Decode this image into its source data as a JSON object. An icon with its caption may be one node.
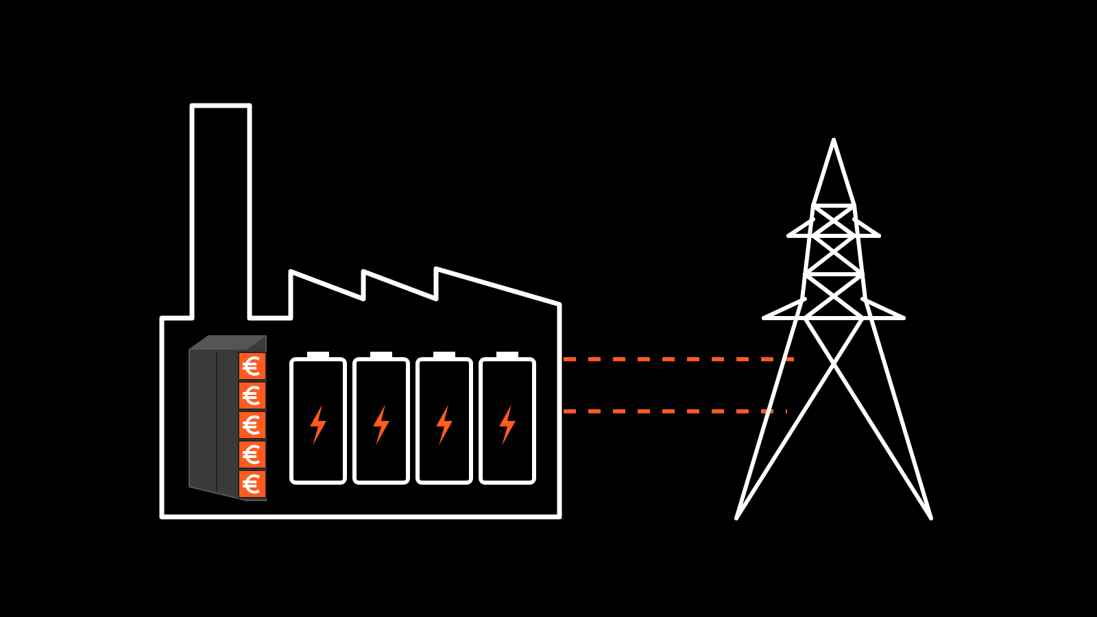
{
  "diagram": {
    "nodes": [
      {
        "text": [],
        "shape": "picture"
      },
      {
        "text": [],
        "shape": "picture",
        "in": 0
      },
      {
        "text": [],
        "shape": "battery",
        "in": 0
      },
      {
        "text": [],
        "shape": "battery",
        "in": 0
      },
      {
        "text": [],
        "shape": "battery",
        "in": 0
      },
      {
        "text": [],
        "shape": "battery",
        "in": 0
      },
      {
        "text": [],
        "shape": "picture"
      }
    ],
    "edges": [
      {
        "from": 0,
        "to": 6,
        "arrow": "none",
        "style": "dashed"
      },
      {
        "from": 0,
        "to": 6,
        "arrow": "none",
        "style": "dashed"
      }
    ]
  }
}
